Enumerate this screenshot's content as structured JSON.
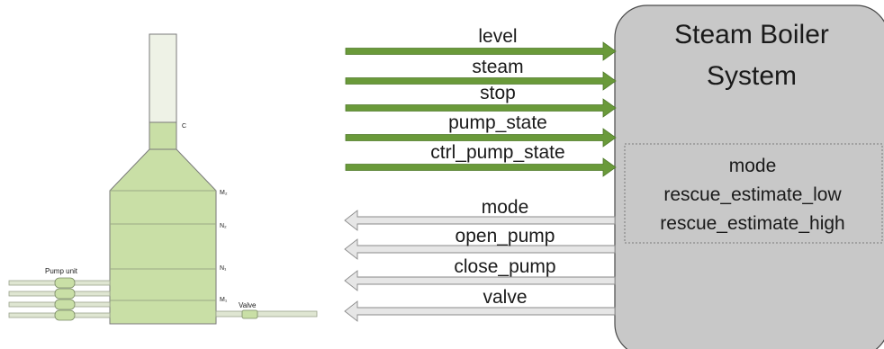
{
  "boiler": {
    "title_line1": "Steam Boiler",
    "title_line2": "System",
    "state_vars": [
      "mode",
      "rescue_estimate_low",
      "rescue_estimate_high"
    ]
  },
  "inputs": [
    "level",
    "steam",
    "stop",
    "pump_state",
    "ctrl_pump_state"
  ],
  "outputs": [
    "mode",
    "open_pump",
    "close_pump",
    "valve"
  ],
  "tank": {
    "level_marks": [
      "C",
      "M₂",
      "N₂",
      "N₁",
      "M₁"
    ],
    "pump_unit_label": "Pump unit",
    "valve_label": "Valve"
  },
  "colors": {
    "input_arrow": "#6a9a3a",
    "output_arrow": "#e6e6e6",
    "water": "#c9dfa6",
    "boiler_fill": "#c8c8c8"
  }
}
